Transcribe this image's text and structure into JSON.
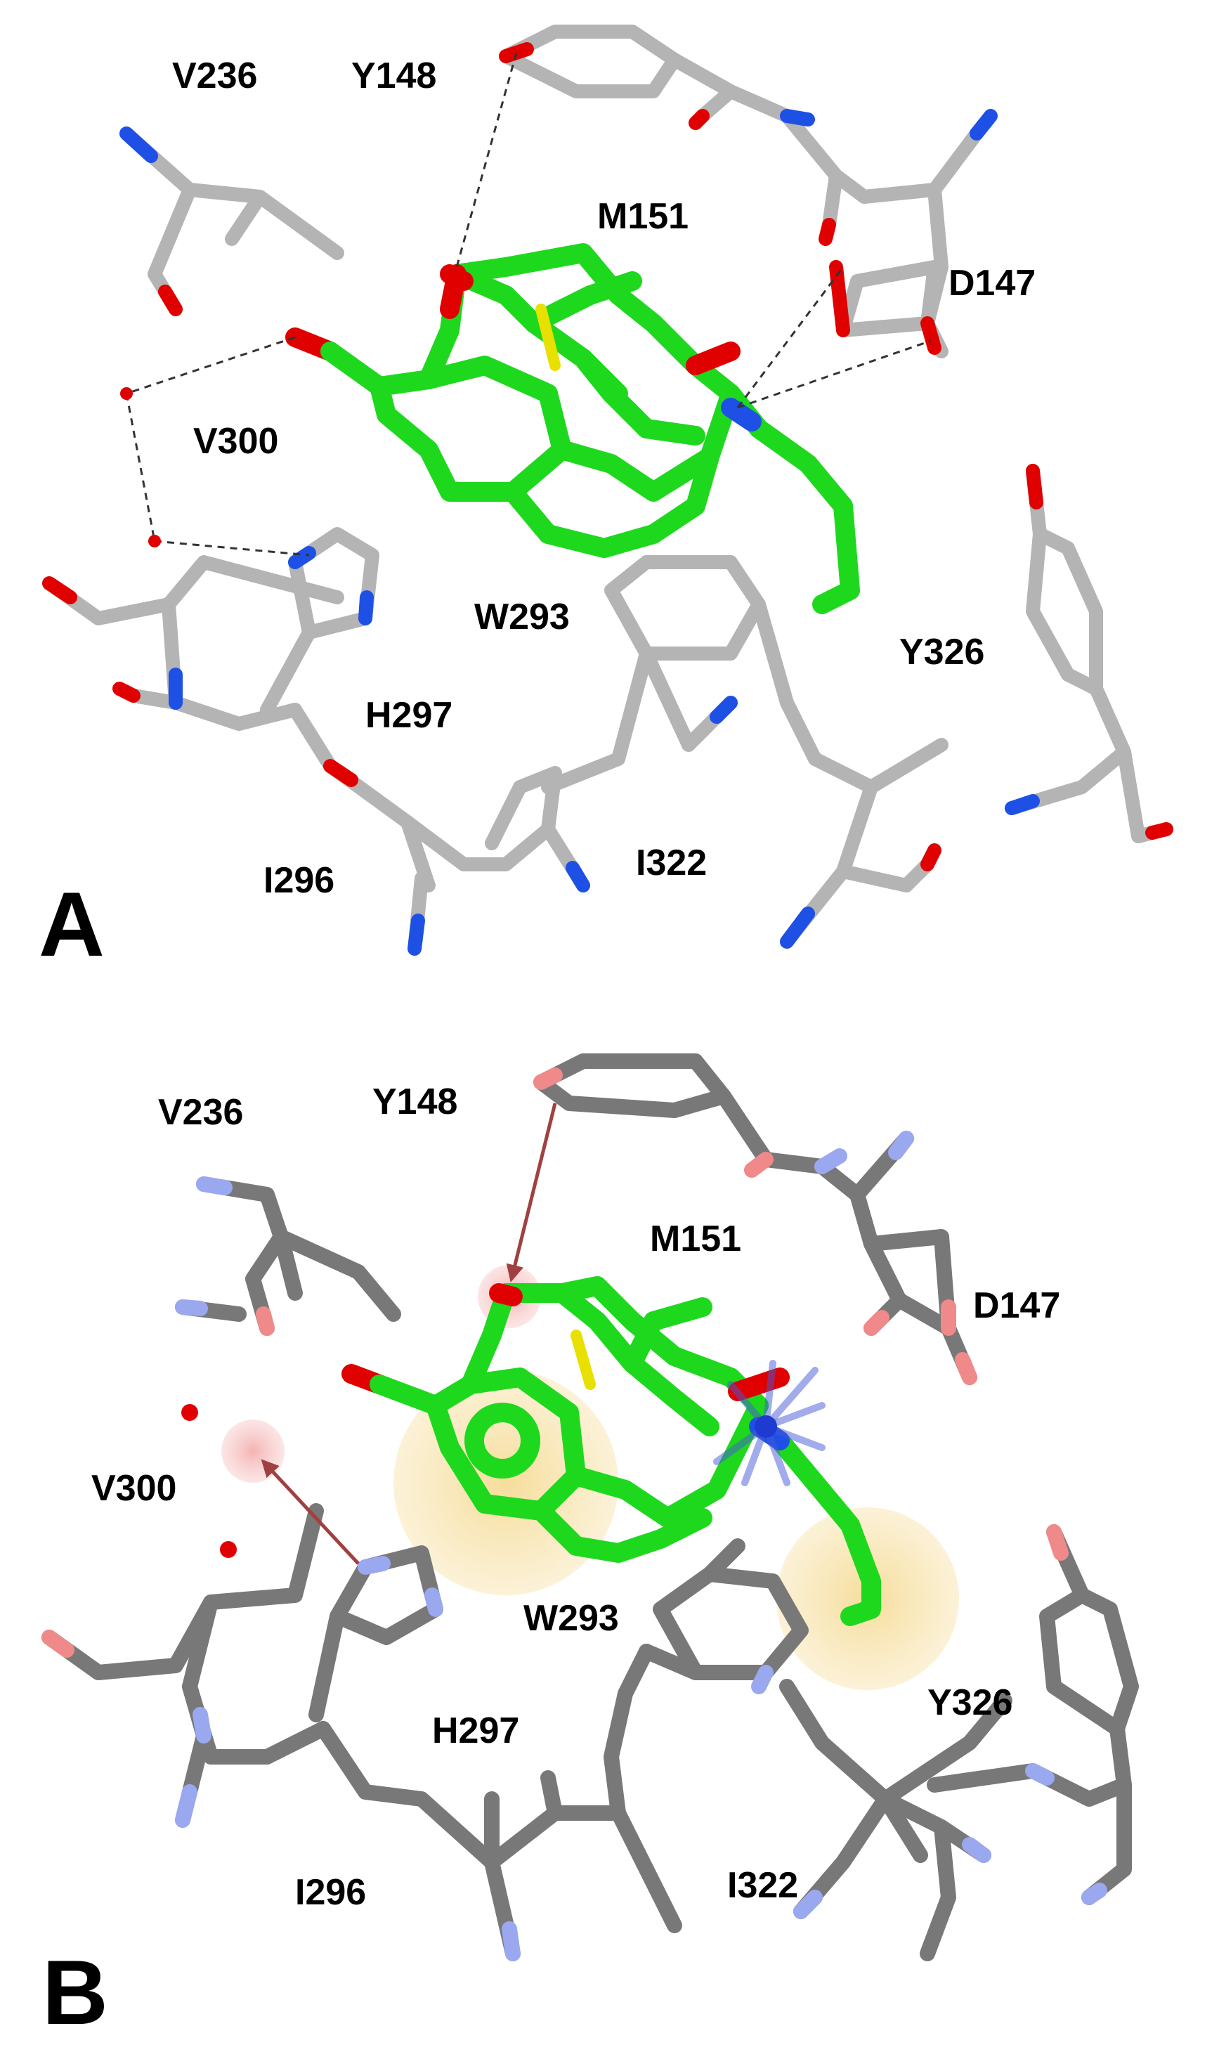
{
  "panels": [
    {
      "letter": "A",
      "residues": [
        "V236",
        "Y148",
        "M151",
        "D147",
        "V300",
        "W293",
        "Y326",
        "H297",
        "I296",
        "I322"
      ]
    },
    {
      "letter": "B",
      "residues": [
        "V236",
        "Y148",
        "M151",
        "D147",
        "V300",
        "W293",
        "Y326",
        "H297",
        "I296",
        "I322"
      ]
    }
  ],
  "colors": {
    "ligand_carbon": "#1ed81e",
    "residue_carbon_a": "#b4b4b4",
    "residue_carbon_b": "#787878",
    "oxygen": "#e00000",
    "nitrogen": "#1e50e6",
    "sulfur": "#e8e000",
    "hbond_line": "#333333",
    "hbond_arrow": "#a04040",
    "hydrophobic_sphere": "#f0c860",
    "pale_oxygen": "#f08a8a",
    "pale_nitrogen": "#9aa8f0"
  },
  "icons": {
    "water": "red-sphere-icon",
    "hbond": "dashed-line-icon",
    "feature_arrow": "arrow-icon"
  }
}
